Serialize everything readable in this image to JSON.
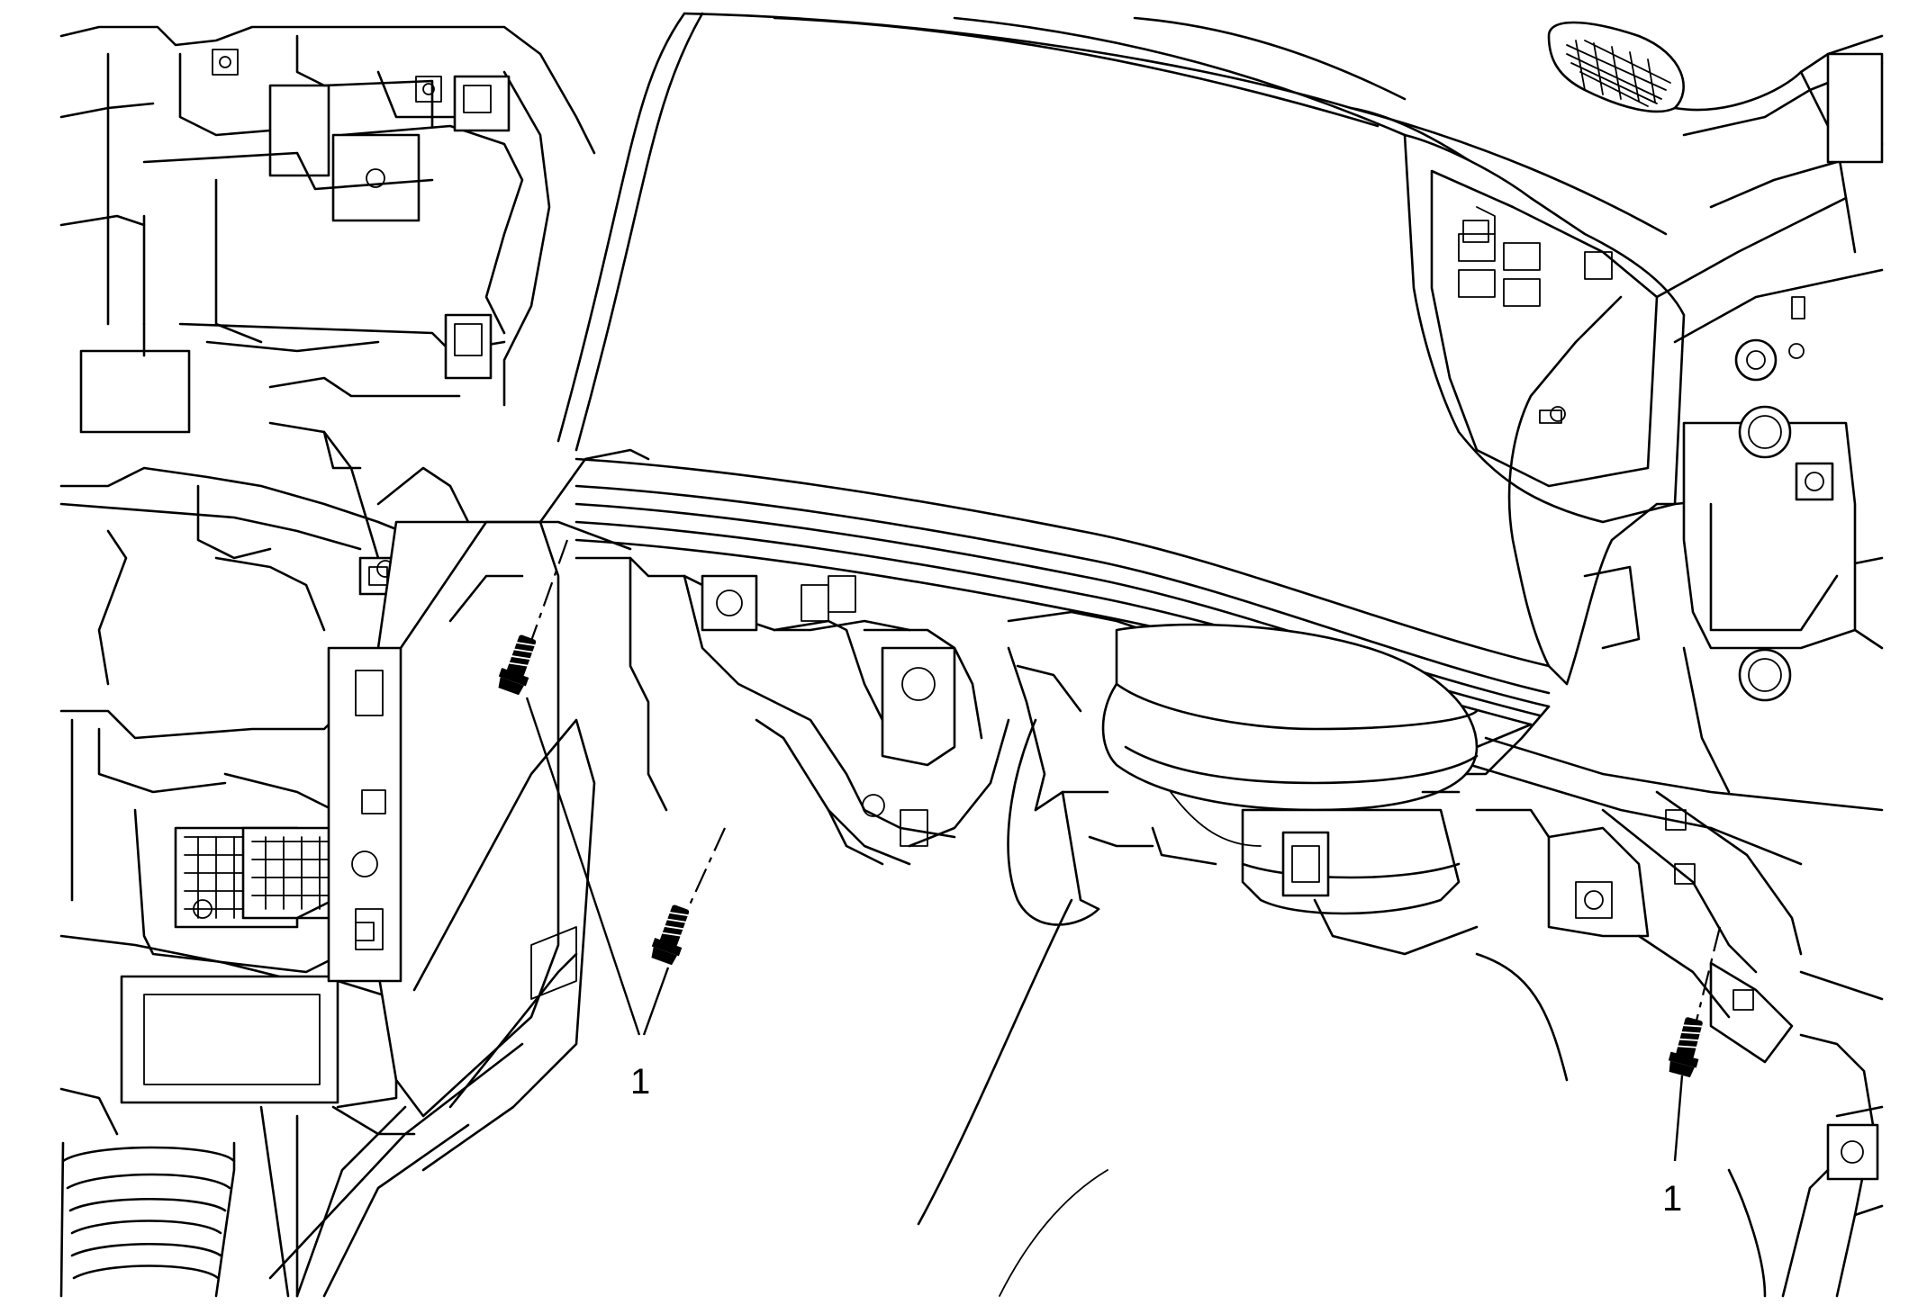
{
  "callouts": [
    {
      "id": "c1",
      "label": "1"
    },
    {
      "id": "c2",
      "label": "1"
    }
  ],
  "colors": {
    "line": "#000000",
    "background": "#ffffff"
  },
  "icons": [
    "bolt-icon",
    "bolt-icon",
    "bolt-icon"
  ]
}
